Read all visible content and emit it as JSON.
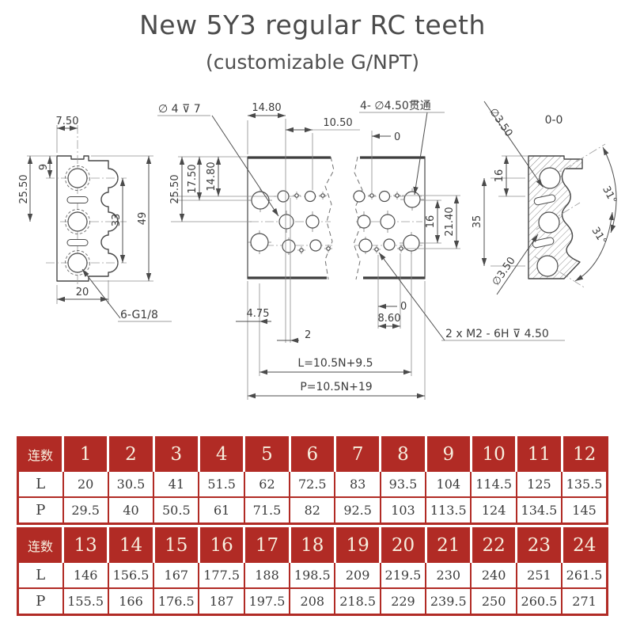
{
  "page": {
    "title": "New 5Y3 regular RC teeth",
    "subtitle": "(customizable G/NPT)"
  },
  "colors": {
    "table_red": "#B12B25",
    "header_text": "#F7EFDF",
    "drawing_line": "#4a4a4a",
    "text": "#3c3c3c"
  },
  "drawing": {
    "left_view": {
      "dim_top_width": "7.50",
      "dim_port_offset": "9",
      "dim_upper_span": "25.50",
      "dim_port_span": "33",
      "dim_total_height": "49",
      "dim_bottom_width": "20",
      "thread_label": "6-G1/8"
    },
    "plan_view": {
      "counterbore_label": "∅ 4 ⊽ 7",
      "through_hole_label": "4- ∅4.50贯通",
      "tap_label": "2 x  M2 - 6H ⊽ 4.50",
      "dim_edge_to_center": "14.80",
      "dim_port_pitch": "10.50",
      "datum_top": "0",
      "dim_left_a": "25.50",
      "dim_left_b": "17.50",
      "dim_left_c": "14.80",
      "dim_right_a": "16",
      "dim_right_b": "21.40",
      "dim_bottom_a": "4.75",
      "dim_bottom_b": "2",
      "dim_bottom_c": "8.60",
      "datum_bottom": "0",
      "formula_l": "L=10.5N+9.5",
      "formula_p": "P=10.5N+19"
    },
    "section_view": {
      "label": "0-0",
      "dim_height": "35",
      "dim_pitch": "16",
      "dia_top": "∅3.50",
      "dia_bottom": "∅3.50",
      "angle_top": "31°",
      "angle_bottom": "31°"
    }
  },
  "tables": [
    {
      "header_label": "连数",
      "columns": [
        "1",
        "2",
        "3",
        "4",
        "5",
        "6",
        "7",
        "8",
        "9",
        "10",
        "11",
        "12"
      ],
      "rows": [
        {
          "label": "L",
          "values": [
            "20",
            "30.5",
            "41",
            "51.5",
            "62",
            "72.5",
            "83",
            "93.5",
            "104",
            "114.5",
            "125",
            "135.5"
          ]
        },
        {
          "label": "P",
          "values": [
            "29.5",
            "40",
            "50.5",
            "61",
            "71.5",
            "82",
            "92.5",
            "103",
            "113.5",
            "124",
            "134.5",
            "145"
          ]
        }
      ]
    },
    {
      "header_label": "连数",
      "columns": [
        "13",
        "14",
        "15",
        "16",
        "17",
        "18",
        "19",
        "20",
        "21",
        "22",
        "23",
        "24"
      ],
      "rows": [
        {
          "label": "L",
          "values": [
            "146",
            "156.5",
            "167",
            "177.5",
            "188",
            "198.5",
            "209",
            "219.5",
            "230",
            "240",
            "251",
            "261.5"
          ]
        },
        {
          "label": "P",
          "values": [
            "155.5",
            "166",
            "176.5",
            "187",
            "197.5",
            "208",
            "218.5",
            "229",
            "239.5",
            "250",
            "260.5",
            "271"
          ]
        }
      ]
    }
  ]
}
